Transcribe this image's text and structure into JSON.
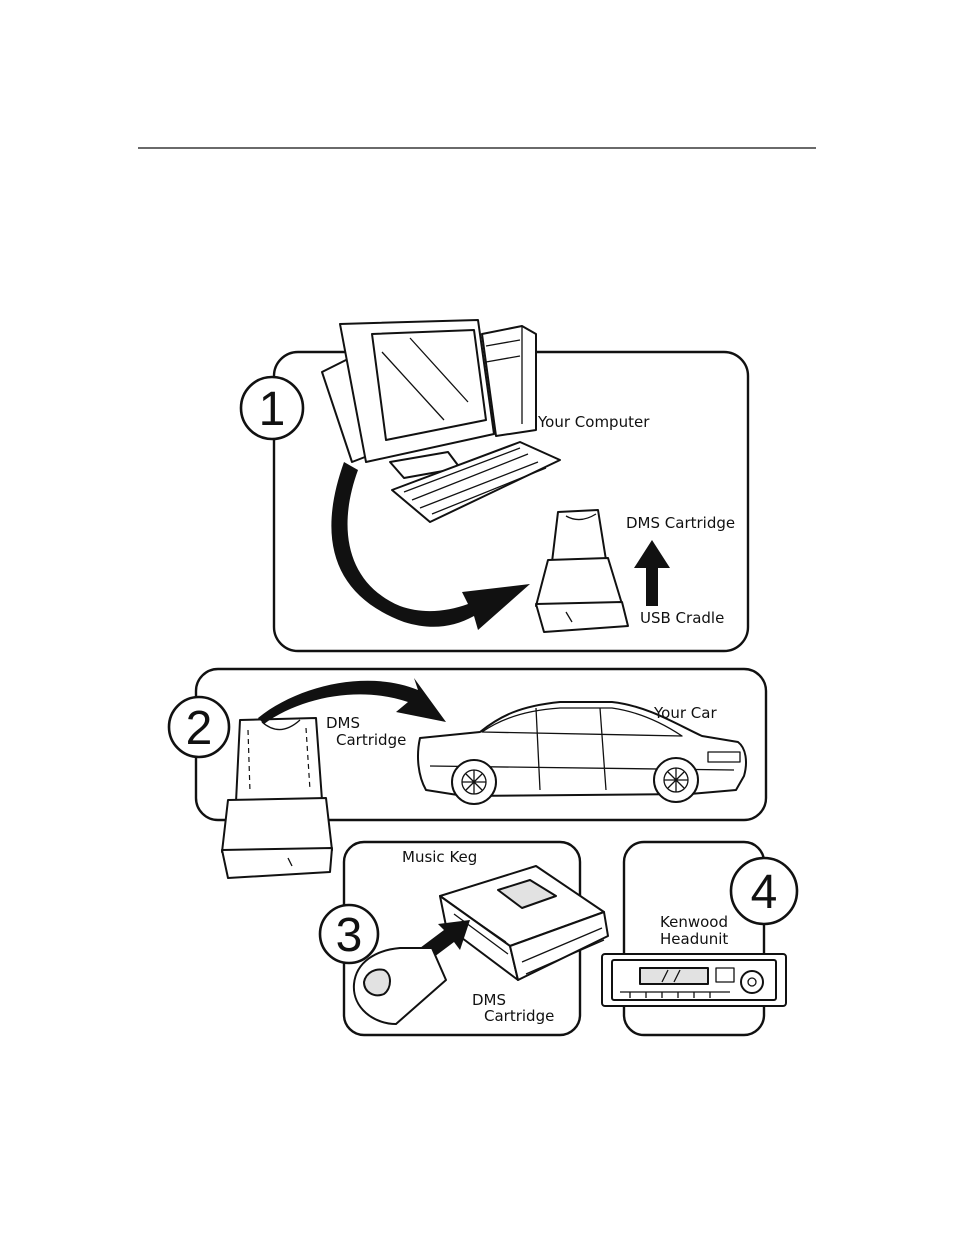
{
  "panels": [
    {
      "number": "1",
      "labels": [
        "Your Computer",
        "DMS Cartridge",
        "USB Cradle"
      ]
    },
    {
      "number": "2",
      "labels": [
        "DMS",
        "Cartridge",
        "Your Car"
      ]
    },
    {
      "number": "3",
      "labels": [
        "Music Keg",
        "DMS",
        "Cartridge"
      ]
    },
    {
      "number": "4",
      "labels": [
        "Kenwood",
        "Headunit"
      ]
    }
  ],
  "icons": {
    "computer": "computer-illustration",
    "cradle": "usb-cradle-illustration",
    "car": "car-illustration",
    "keg": "music-keg-illustration",
    "headunit": "headunit-illustration"
  }
}
